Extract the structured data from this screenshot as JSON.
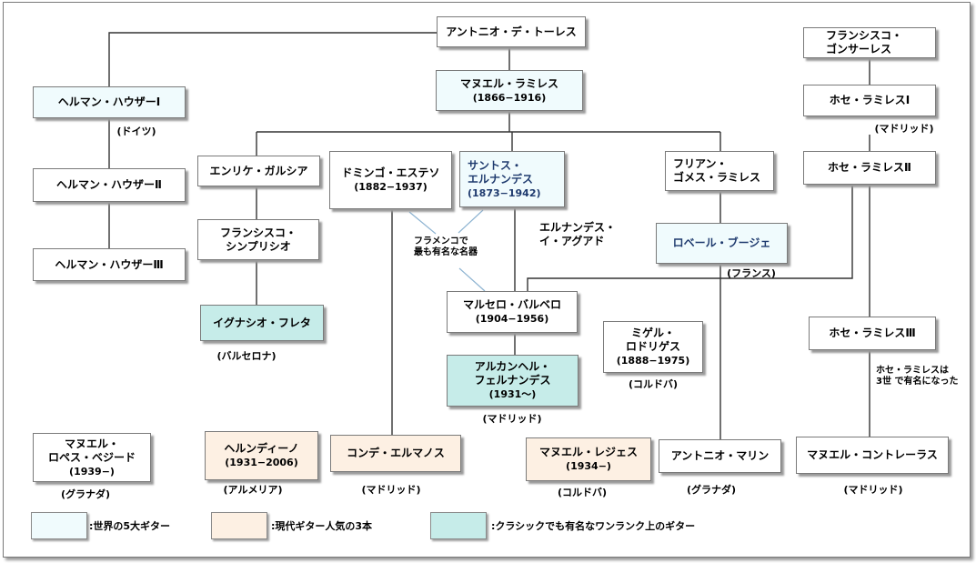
{
  "colors": {
    "blue": "#f0fbfd",
    "peach": "#fdf0e3",
    "teal": "#c6ece9",
    "line": "#333333",
    "annotation_line": "#8db3d1"
  },
  "nodes": {
    "torres": {
      "line1": "アントニオ・デ・トーレス",
      "line2": ""
    },
    "ramirez_m": {
      "line1": "マヌエル・ラミレス",
      "line2": "(1866−1916)"
    },
    "conzales": {
      "line1": "フランシスコ・",
      "line2": "ゴンサーレス"
    },
    "hauser1": {
      "line1": "ヘルマン・ハウザーⅠ",
      "line2": ""
    },
    "hauser2": {
      "line1": "ヘルマン・ハウザーⅡ",
      "line2": ""
    },
    "hauser3": {
      "line1": "ヘルマン・ハウザーⅢ",
      "line2": ""
    },
    "garcia": {
      "line1": "エンリケ・ガルシア",
      "line2": ""
    },
    "simplicio": {
      "line1": "フランシスコ・",
      "line2": "シンプリシオ"
    },
    "fleta": {
      "line1": "イグナシオ・フレタ",
      "line2": ""
    },
    "esteso": {
      "line1": "ドミンゴ・エステソ",
      "line2": "(1882−1937)"
    },
    "santos": {
      "line1": "サントス・",
      "line2": "エルナンデス",
      "line3": "(1873−1942)"
    },
    "aguado": {
      "line1": "エルナンデス・",
      "line2": "イ・アグアド"
    },
    "gomez": {
      "line1": "フリアン・",
      "line2": "ゴメス・ラミレス"
    },
    "bouchet": {
      "line1": "ロベール・ブージェ",
      "line2": ""
    },
    "barbero": {
      "line1": "マルセロ・バルベロ",
      "line2": "(1904−1956)"
    },
    "arcangel": {
      "line1": "アルカンヘル・",
      "line2": "フェルナンデス",
      "line3": "(1931〜)"
    },
    "rodriguez": {
      "line1": "ミゲル・",
      "line2": "ロドリゲス",
      "line3": "(1888−1975)"
    },
    "jose1": {
      "line1": "ホセ・ラミレスⅠ",
      "line2": ""
    },
    "jose2": {
      "line1": "ホセ・ラミレスⅡ",
      "line2": ""
    },
    "jose3": {
      "line1": "ホセ・ラミレスⅢ",
      "line2": ""
    },
    "bejarano": {
      "line1": "マヌエル・",
      "line2": "ロペス・ベジード",
      "line3": "(1939−)"
    },
    "hernandino": {
      "line1": "ヘルンディーノ",
      "line2": "(1931−2006)"
    },
    "conde": {
      "line1": "コンデ・エルマノス",
      "line2": ""
    },
    "reyes": {
      "line1": "マヌエル・レジェス",
      "line2": "(1934−)"
    },
    "marin": {
      "line1": "アントニオ・マリン",
      "line2": ""
    },
    "contreras": {
      "line1": "マヌエル・コントレーラス",
      "line2": ""
    }
  },
  "places": {
    "germany": "(ドイツ)",
    "barcelona": "(バルセロナ)",
    "madrid_arcangel": "(マドリッド)",
    "cordoba_rodriguez": "(コルドバ)",
    "france": "(フランス)",
    "madrid_jose1": "(マドリッド)",
    "granada_bejarano": "(グラナダ)",
    "almeria": "(アルメリア)",
    "madrid_conde": "(マドリッド)",
    "cordoba_reyes": "(コルドバ)",
    "granada_marin": "(グラナダ)",
    "madrid_contreras": "(マドリッド)"
  },
  "notes": {
    "flamenco_line1": "フラメンコで",
    "flamenco_line2": "最も有名な名器",
    "jose3_line1": "ホセ・ラミレスは",
    "jose3_line2": "3世 で有名になった"
  },
  "legend": [
    {
      "label": ":世界の5大ギター",
      "color": "#f0fbfd"
    },
    {
      "label": ":現代ギター人気の3本",
      "color": "#fdf0e3"
    },
    {
      "label": ":クラシックでも有名なワンランク上のギター",
      "color": "#c6ece9"
    }
  ]
}
